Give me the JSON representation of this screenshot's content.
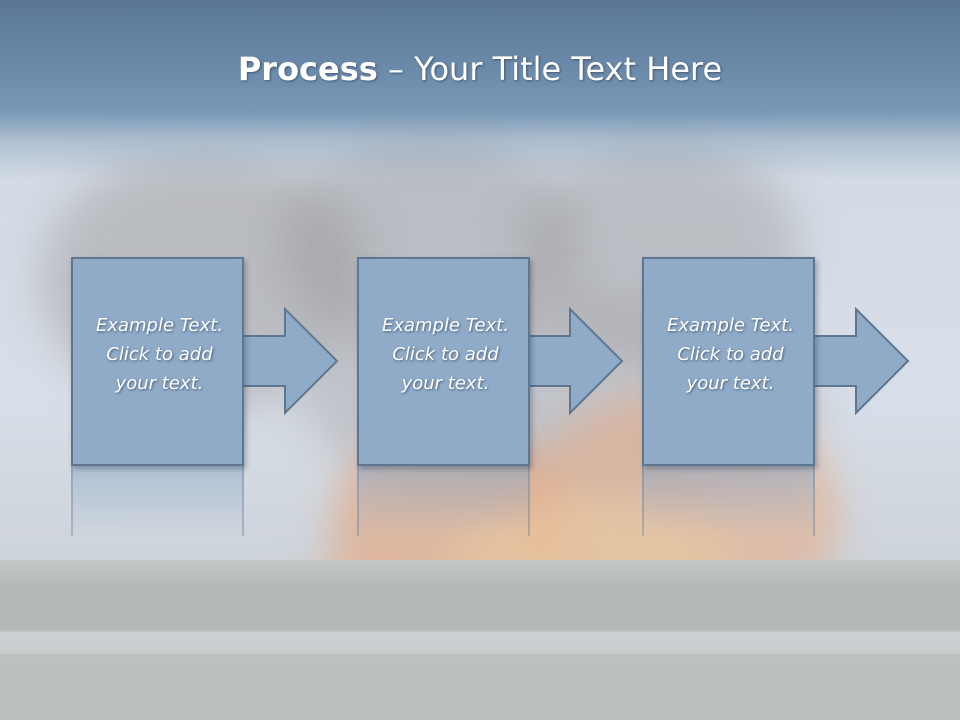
{
  "slide": {
    "title_bold": "Process",
    "title_rest": " – Your Title Text Here"
  },
  "steps": [
    {
      "text": "Example Text.\nClick  to add\nyour text."
    },
    {
      "text": "Example Text.\nClick  to add\nyour text."
    },
    {
      "text": "Example Text.\nClick  to add\nyour text."
    }
  ],
  "colors": {
    "title_band": "#6a88a8",
    "box_fill": "#8fabc8",
    "box_border": "#5f7690",
    "text": "#ffffff"
  }
}
